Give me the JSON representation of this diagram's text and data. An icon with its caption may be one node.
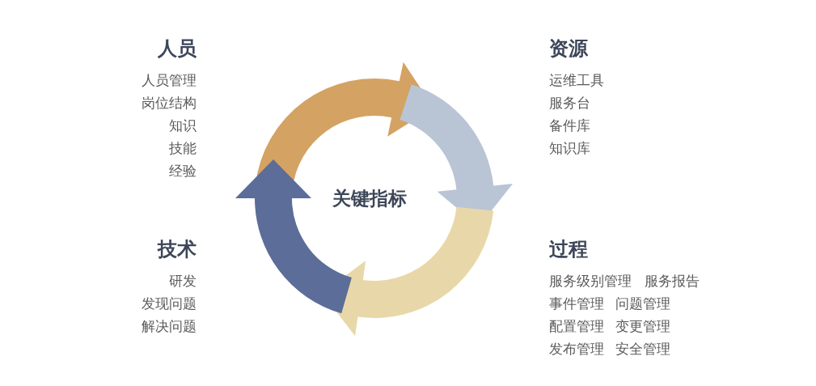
{
  "diagram": {
    "labels": [
      "人员",
      "人员管理",
      "岗位结构",
      "知识",
      "技能",
      "经验",
      "资源",
      "运维工具",
      "服务台",
      "备件库",
      "知识库",
      "关键指标",
      "技术",
      "研发",
      "发现问题",
      "解决问题",
      "过程",
      "服务级别管理",
      "服务报告",
      "事件管理",
      "问题管理",
      "配置管理",
      "变更管理",
      "发布管理",
      "安全管理"
    ]
  }
}
